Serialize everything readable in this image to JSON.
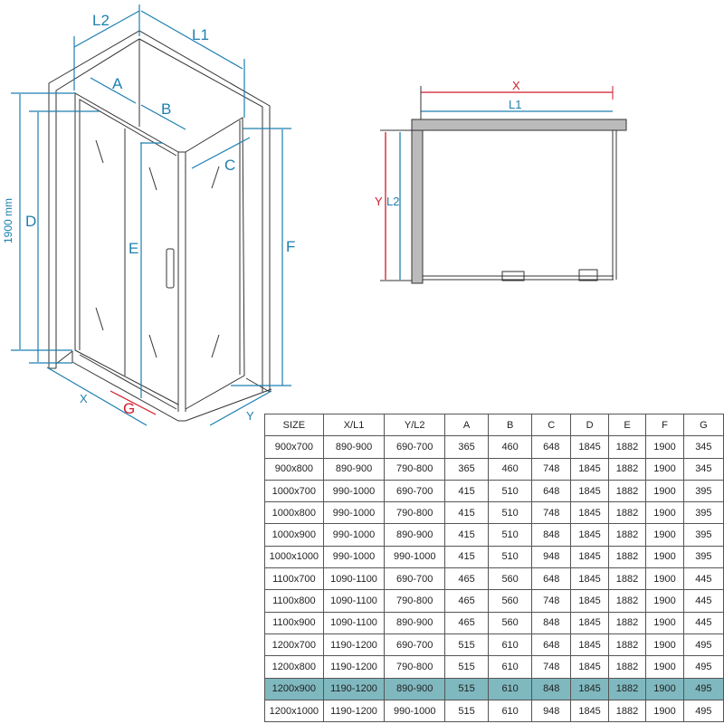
{
  "iso_view": {
    "labels": {
      "L2": "L2",
      "L1": "L1",
      "A": "A",
      "B": "B",
      "C": "C",
      "D": "D",
      "E": "E",
      "F": "F",
      "G": "G",
      "X": "X",
      "Y": "Y",
      "height": "1900 mm"
    }
  },
  "plan_view": {
    "labels": {
      "X": "X",
      "L1": "L1",
      "Y": "Y",
      "L2": "L2"
    }
  },
  "colors": {
    "dimension": "#1d7fb0",
    "highlight_dimension": "#d11a2a",
    "highlight_row": "#7fb8bf"
  },
  "table": {
    "headers": [
      "SIZE",
      "X/L1",
      "Y/L2",
      "A",
      "B",
      "C",
      "D",
      "E",
      "F",
      "G"
    ],
    "rows": [
      [
        "900x700",
        "890-900",
        "690-700",
        "365",
        "460",
        "648",
        "1845",
        "1882",
        "1900",
        "345"
      ],
      [
        "900x800",
        "890-900",
        "790-800",
        "365",
        "460",
        "748",
        "1845",
        "1882",
        "1900",
        "345"
      ],
      [
        "1000x700",
        "990-1000",
        "690-700",
        "415",
        "510",
        "648",
        "1845",
        "1882",
        "1900",
        "395"
      ],
      [
        "1000x800",
        "990-1000",
        "790-800",
        "415",
        "510",
        "748",
        "1845",
        "1882",
        "1900",
        "395"
      ],
      [
        "1000x900",
        "990-1000",
        "890-900",
        "415",
        "510",
        "848",
        "1845",
        "1882",
        "1900",
        "395"
      ],
      [
        "1000x1000",
        "990-1000",
        "990-1000",
        "415",
        "510",
        "948",
        "1845",
        "1882",
        "1900",
        "395"
      ],
      [
        "1100x700",
        "1090-1100",
        "690-700",
        "465",
        "560",
        "648",
        "1845",
        "1882",
        "1900",
        "445"
      ],
      [
        "1100x800",
        "1090-1100",
        "790-800",
        "465",
        "560",
        "748",
        "1845",
        "1882",
        "1900",
        "445"
      ],
      [
        "1100x900",
        "1090-1100",
        "890-900",
        "465",
        "560",
        "848",
        "1845",
        "1882",
        "1900",
        "445"
      ],
      [
        "1200x700",
        "1190-1200",
        "690-700",
        "515",
        "610",
        "648",
        "1845",
        "1882",
        "1900",
        "495"
      ],
      [
        "1200x800",
        "1190-1200",
        "790-800",
        "515",
        "610",
        "748",
        "1845",
        "1882",
        "1900",
        "495"
      ],
      [
        "1200x900",
        "1190-1200",
        "890-900",
        "515",
        "610",
        "848",
        "1845",
        "1882",
        "1900",
        "495"
      ],
      [
        "1200x1000",
        "1190-1200",
        "990-1000",
        "515",
        "610",
        "948",
        "1845",
        "1882",
        "1900",
        "495"
      ]
    ],
    "highlighted_row": 11
  }
}
